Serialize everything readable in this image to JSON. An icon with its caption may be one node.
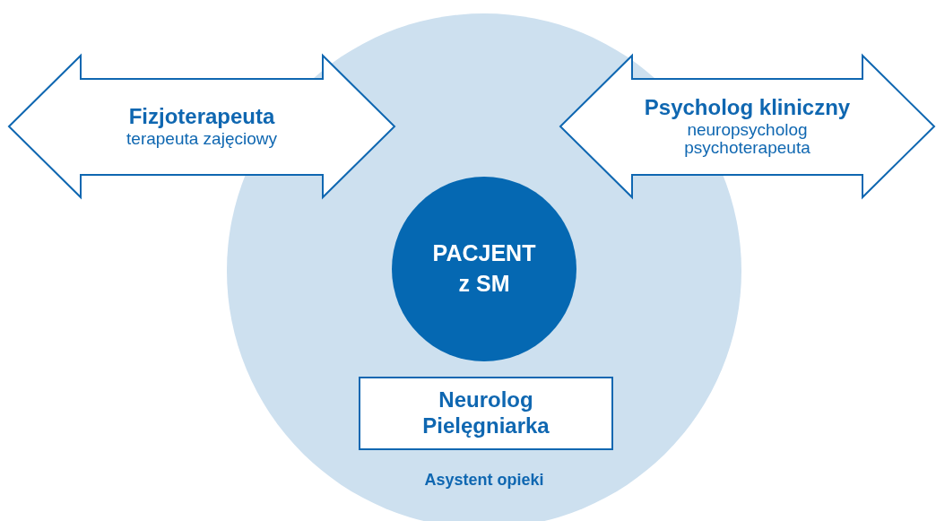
{
  "diagram": {
    "nodes": [
      {
        "text": [
          "Asystent opieki"
        ]
      },
      {
        "text": [
          "Fizjoterapeuta",
          "terapeuta zajęciowy"
        ]
      },
      {
        "text": [
          "Psycholog kliniczny",
          "neuropsycholog psychoterapeuta"
        ]
      },
      {
        "text": [
          "PACJENT z SM"
        ],
        "in": 0
      },
      {
        "text": [
          "Neurolog Pielęgniarka"
        ],
        "in": 0
      }
    ]
  }
}
